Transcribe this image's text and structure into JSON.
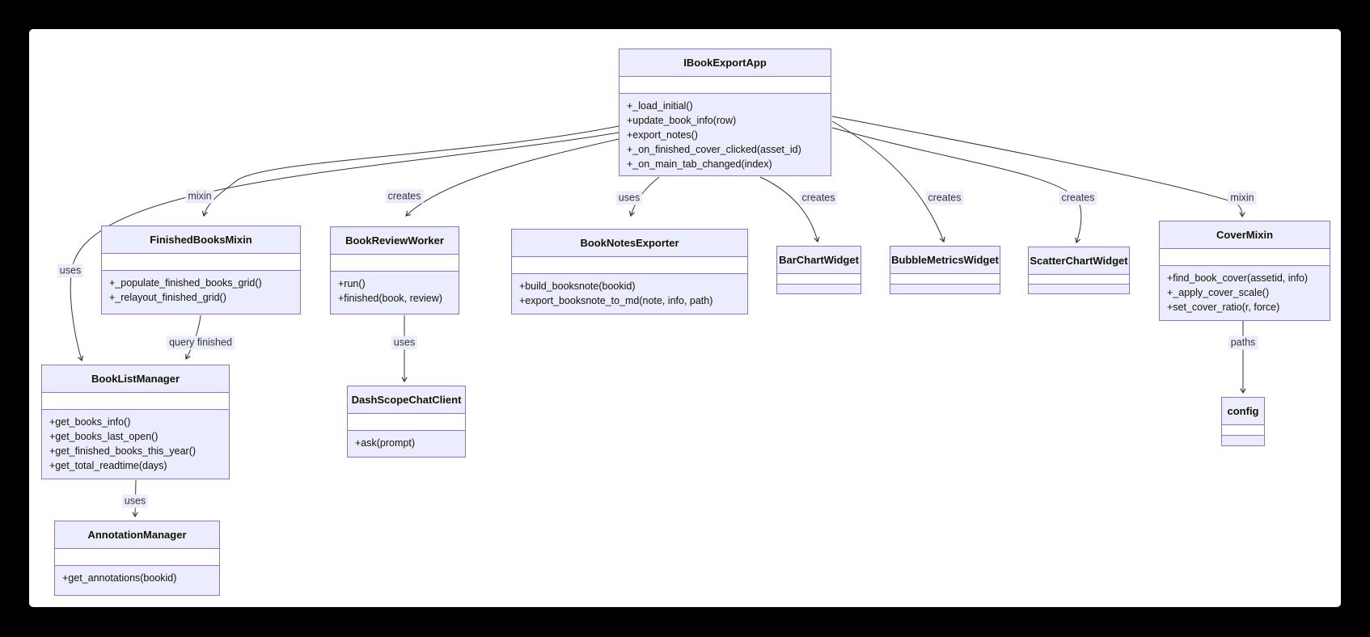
{
  "diagram_type": "uml-class-diagram",
  "colors": {
    "page_background": "#000000",
    "canvas_background": "#ffffff",
    "box_fill": "#ECECFF",
    "box_border": "#9370DB",
    "attrs_compartment_fill": "#ffffff",
    "edge_line": "#333333",
    "edge_label_background": "#ECECFF",
    "text": "#131300"
  },
  "classes": [
    {
      "name": "IBookExportApp",
      "methods": [
        "+_load_initial()",
        "+update_book_info(row)",
        "+export_notes()",
        "+_on_finished_cover_clicked(asset_id)",
        "+_on_main_tab_changed(index)"
      ]
    },
    {
      "name": "FinishedBooksMixin",
      "methods": [
        "+_populate_finished_books_grid()",
        "+_relayout_finished_grid()"
      ]
    },
    {
      "name": "BookReviewWorker",
      "methods": [
        "+run()",
        "+finished(book, review)"
      ]
    },
    {
      "name": "BookNotesExporter",
      "methods": [
        "+build_booksnote(bookid)",
        "+export_booksnote_to_md(note, info, path)"
      ]
    },
    {
      "name": "BarChartWidget",
      "methods": []
    },
    {
      "name": "BubbleMetricsWidget",
      "methods": []
    },
    {
      "name": "ScatterChartWidget",
      "methods": []
    },
    {
      "name": "CoverMixin",
      "methods": [
        "+find_book_cover(assetid, info)",
        "+_apply_cover_scale()",
        "+set_cover_ratio(r, force)"
      ]
    },
    {
      "name": "BookListManager",
      "methods": [
        "+get_books_info()",
        "+get_books_last_open()",
        "+get_finished_books_this_year()",
        "+get_total_readtime(days)"
      ]
    },
    {
      "name": "DashScopeChatClient",
      "methods": [
        "+ask(prompt)"
      ]
    },
    {
      "name": "config",
      "methods": []
    },
    {
      "name": "AnnotationManager",
      "methods": [
        "+get_annotations(bookid)"
      ]
    }
  ],
  "edges": [
    {
      "label": "mixin",
      "from": "IBookExportApp",
      "to": "FinishedBooksMixin"
    },
    {
      "label": "creates",
      "from": "IBookExportApp",
      "to": "BookReviewWorker"
    },
    {
      "label": "uses",
      "from": "IBookExportApp",
      "to": "BookNotesExporter"
    },
    {
      "label": "creates",
      "from": "IBookExportApp",
      "to": "BarChartWidget"
    },
    {
      "label": "creates",
      "from": "IBookExportApp",
      "to": "BubbleMetricsWidget"
    },
    {
      "label": "creates",
      "from": "IBookExportApp",
      "to": "ScatterChartWidget"
    },
    {
      "label": "mixin",
      "from": "IBookExportApp",
      "to": "CoverMixin"
    },
    {
      "label": "uses",
      "from": "IBookExportApp",
      "to": "BookListManager"
    },
    {
      "label": "query finished",
      "from": "FinishedBooksMixin",
      "to": "BookListManager"
    },
    {
      "label": "uses",
      "from": "BookReviewWorker",
      "to": "DashScopeChatClient"
    },
    {
      "label": "paths",
      "from": "CoverMixin",
      "to": "config"
    },
    {
      "label": "uses",
      "from": "BookListManager",
      "to": "AnnotationManager"
    }
  ]
}
